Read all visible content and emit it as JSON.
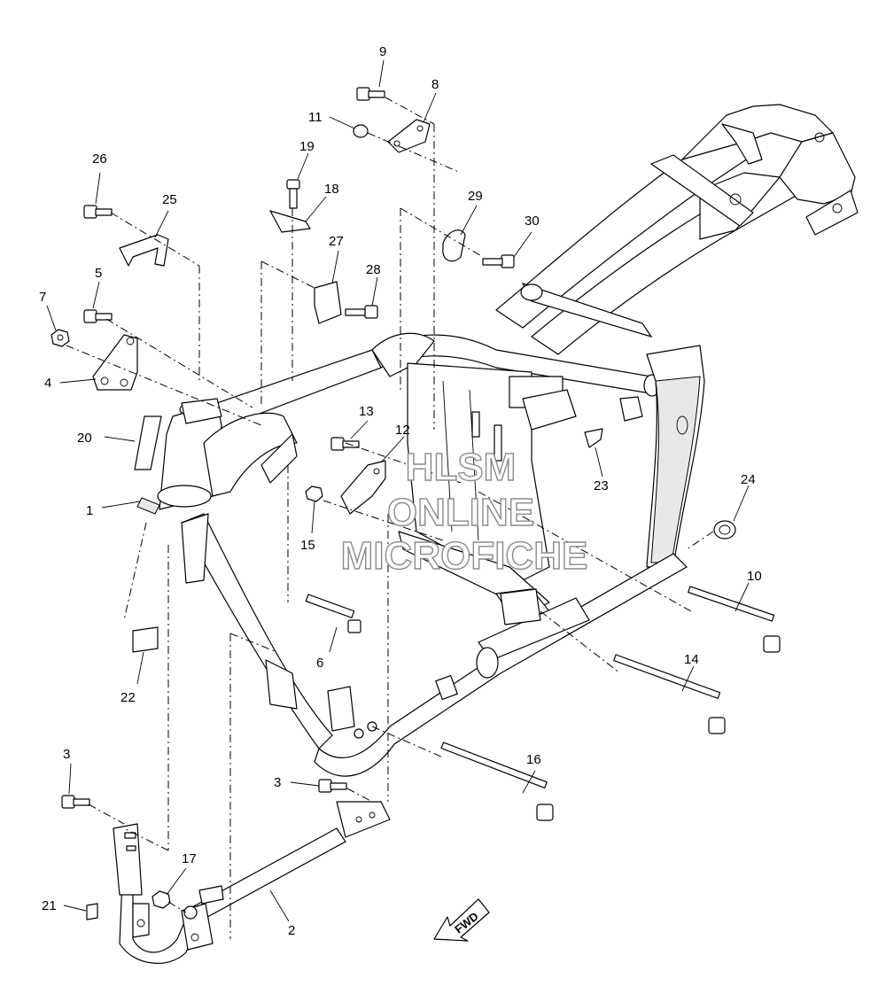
{
  "watermark": {
    "line1": "HLSM",
    "line2": "ONLINE",
    "line3": "MICROFICHE"
  },
  "fwd_label": "FWD",
  "callouts": [
    {
      "id": "c1",
      "label": "1"
    },
    {
      "id": "c2",
      "label": "2"
    },
    {
      "id": "c3a",
      "label": "3"
    },
    {
      "id": "c3b",
      "label": "3"
    },
    {
      "id": "c4",
      "label": "4"
    },
    {
      "id": "c5",
      "label": "5"
    },
    {
      "id": "c6",
      "label": "6"
    },
    {
      "id": "c7",
      "label": "7"
    },
    {
      "id": "c8",
      "label": "8"
    },
    {
      "id": "c9",
      "label": "9"
    },
    {
      "id": "c10",
      "label": "10"
    },
    {
      "id": "c11",
      "label": "11"
    },
    {
      "id": "c12",
      "label": "12"
    },
    {
      "id": "c13",
      "label": "13"
    },
    {
      "id": "c14",
      "label": "14"
    },
    {
      "id": "c15",
      "label": "15"
    },
    {
      "id": "c16",
      "label": "16"
    },
    {
      "id": "c17",
      "label": "17"
    },
    {
      "id": "c18",
      "label": "18"
    },
    {
      "id": "c19",
      "label": "19"
    },
    {
      "id": "c20",
      "label": "20"
    },
    {
      "id": "c21",
      "label": "21"
    },
    {
      "id": "c22",
      "label": "22"
    },
    {
      "id": "c23",
      "label": "23"
    },
    {
      "id": "c24",
      "label": "24"
    },
    {
      "id": "c25",
      "label": "25"
    },
    {
      "id": "c26",
      "label": "26"
    },
    {
      "id": "c27",
      "label": "27"
    },
    {
      "id": "c28",
      "label": "28"
    },
    {
      "id": "c29",
      "label": "29"
    },
    {
      "id": "c30",
      "label": "30"
    }
  ]
}
